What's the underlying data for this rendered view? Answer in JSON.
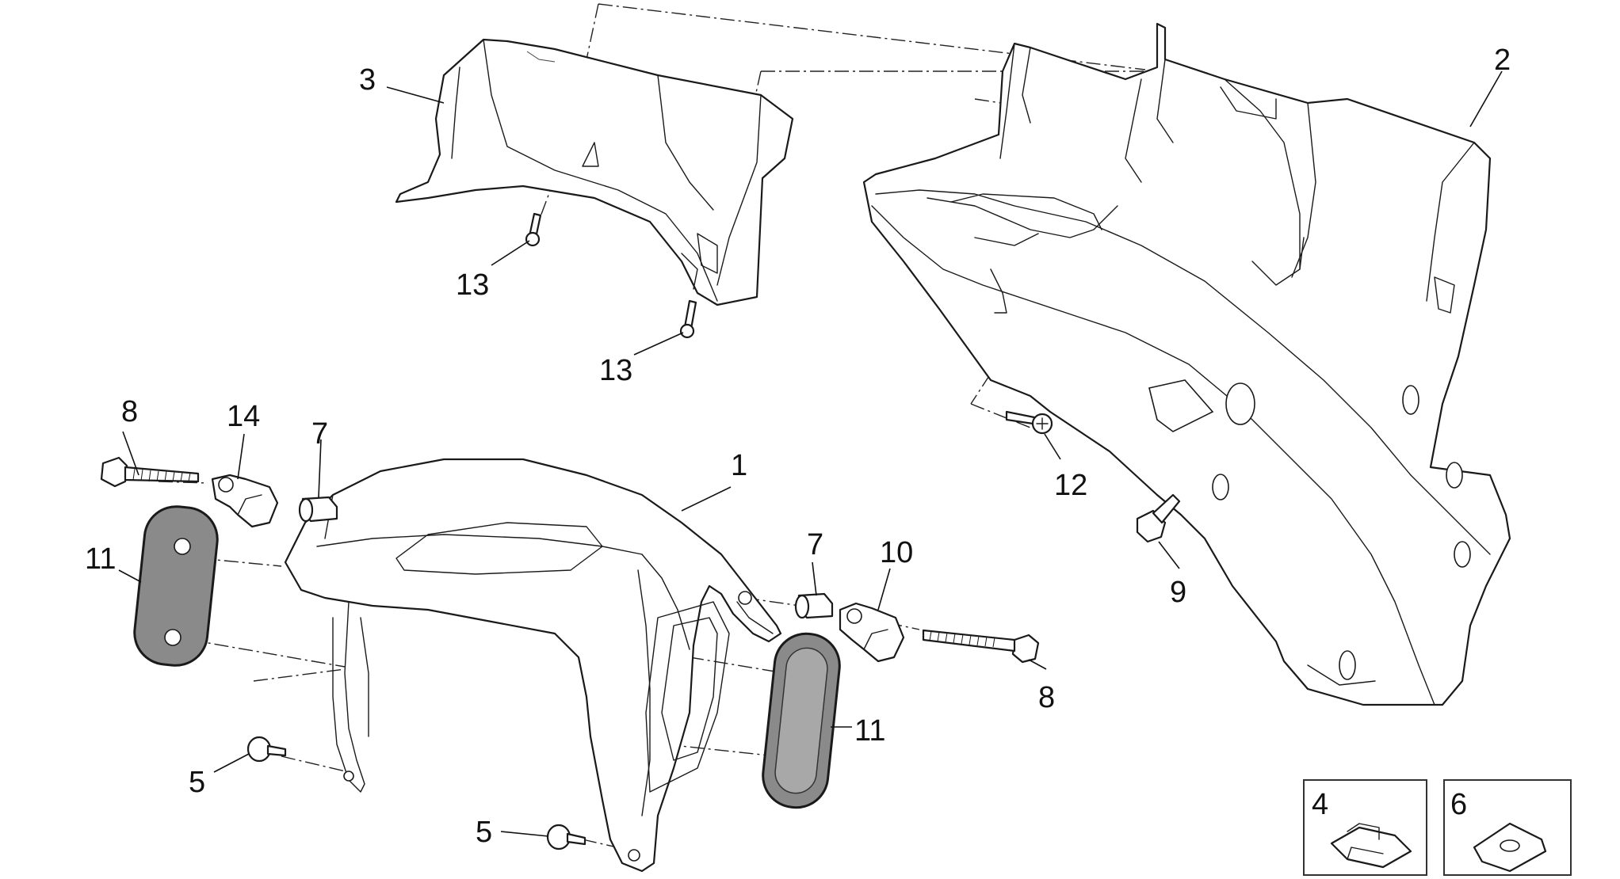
{
  "callouts": {
    "c1": "1",
    "c2": "2",
    "c3": "3",
    "c4": "4",
    "c5a": "5",
    "c5b": "5",
    "c6": "6",
    "c7a": "7",
    "c7b": "7",
    "c8a": "8",
    "c8b": "8",
    "c9": "9",
    "c10": "10",
    "c11a": "11",
    "c11b": "11",
    "c12": "12",
    "c13a": "13",
    "c13b": "13",
    "c14": "14"
  }
}
